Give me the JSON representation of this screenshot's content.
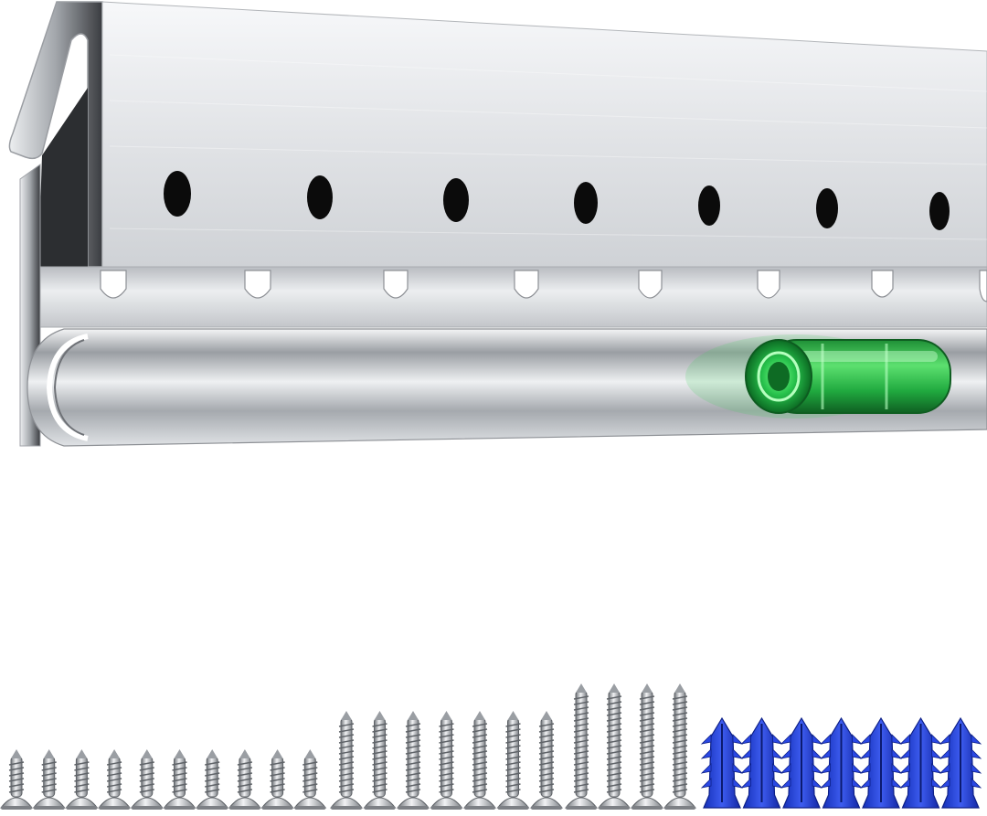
{
  "scene": {
    "subject": "aluminum-picture-hanging-rail-with-hardware-kit",
    "colors": {
      "background": "#ffffff",
      "aluminum_light": "#f2f3f5",
      "aluminum_mid": "#c9cccf",
      "aluminum_dark": "#7d8085",
      "hole": "#0b0b0b",
      "bubble_level_green": "#22c04a",
      "anchor_blue": "#1f3fd6"
    },
    "rail": {
      "top_row_hole_count": 7,
      "lower_row_notch_count": 8,
      "has_bubble_level": true
    },
    "hardware": {
      "short_screw_count": 10,
      "medium_screw_count": 7,
      "long_screw_count": 4,
      "wall_anchor_count": 7
    }
  }
}
